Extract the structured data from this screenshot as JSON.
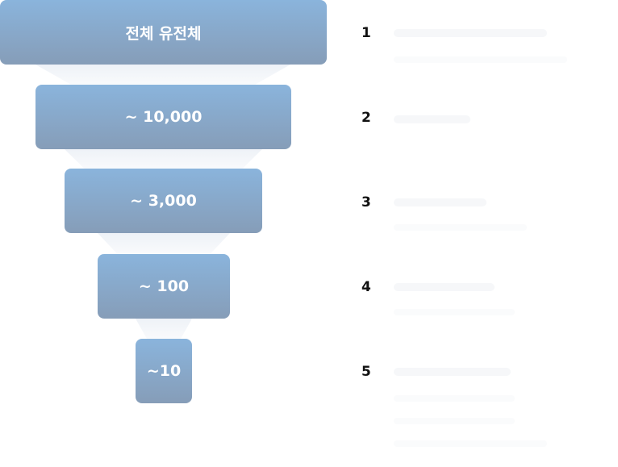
{
  "funnel": {
    "stages": [
      {
        "label": "전체 유전체"
      },
      {
        "label": "~ 10,000"
      },
      {
        "label": "~ 3,000"
      },
      {
        "label": "~ 100"
      },
      {
        "label": "~10"
      }
    ]
  },
  "steps": [
    {
      "number": "1"
    },
    {
      "number": "2"
    },
    {
      "number": "3"
    },
    {
      "number": "4"
    },
    {
      "number": "5"
    }
  ],
  "colors": {
    "stage_gradient_top": "#8ab4dc",
    "stage_gradient_bottom": "#869db8",
    "stage_text": "#ffffff",
    "step_number": "#111111"
  }
}
